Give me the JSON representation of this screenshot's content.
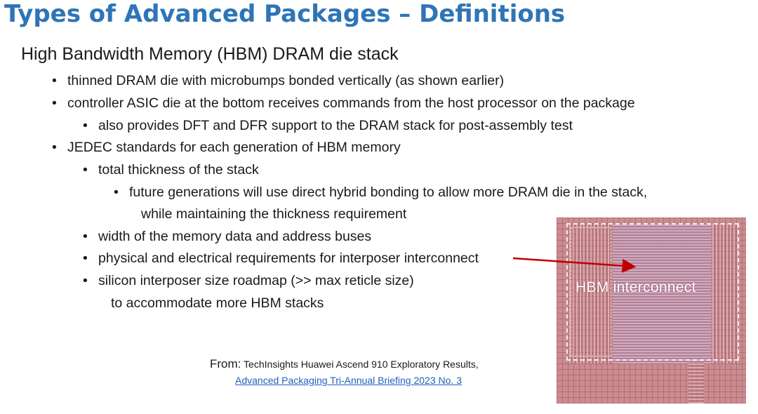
{
  "title": "Types of Advanced Packages – Definitions",
  "heading": "High Bandwidth Memory (HBM) DRAM die stack",
  "bullet_char": "•",
  "bullets": [
    "thinned DRAM die with microbumps bonded vertically (as shown earlier)",
    "controller ASIC die at the bottom receives commands from the host processor on the package",
    "also provides DFT and DFR support to the DRAM stack for post-assembly test",
    "JEDEC standards for each generation of HBM memory",
    "total thickness of the stack",
    "future generations will use direct hybrid bonding to allow more DRAM die in the stack,",
    "while maintaining the thickness requirement",
    "width of the memory data and address buses",
    "physical and electrical requirements for interposer interconnect",
    "silicon interposer size roadmap (>> max reticle size)",
    "to accommodate more HBM stacks"
  ],
  "source": {
    "from": "From:",
    "text": " TechInsights Huawei Ascend 910 Exploratory Results,",
    "link": "Advanced Packaging Tri-Annual Briefing 2023 No. 3"
  },
  "image": {
    "label": "HBM interconnect"
  },
  "colors": {
    "title": "#2e75b6",
    "arrow": "#c00000",
    "link": "#1f5fbf"
  }
}
